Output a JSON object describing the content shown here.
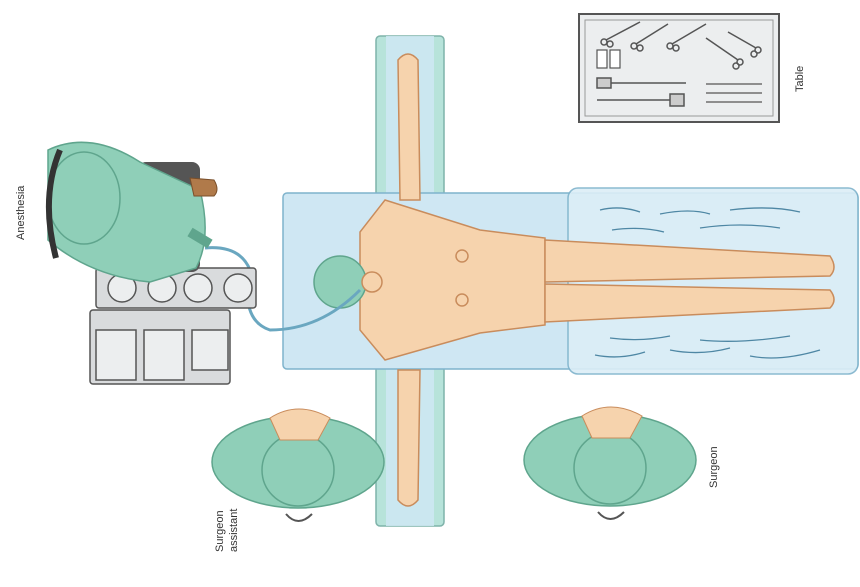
{
  "labels": {
    "table": "Table",
    "anesthesia": "Anesthesia",
    "surgeon": "Surgeon",
    "assistant_line1": "Surgeon",
    "assistant_line2": "assistant"
  },
  "colors": {
    "gown": "#8fcfb8",
    "gown_dark": "#5fa58d",
    "skin": "#f6d3ad",
    "skin_outline": "#c98c5c",
    "table_blue": "#cfe7f3",
    "table_edge": "#7fb3cc",
    "armboard_teal": "#9ed8cf",
    "instrument_tray": "#eceeef",
    "machine_gray": "#d9dbdd"
  }
}
